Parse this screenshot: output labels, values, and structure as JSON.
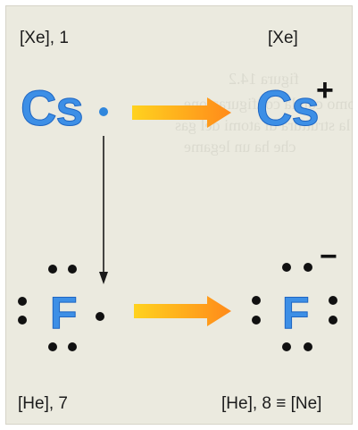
{
  "cesium": {
    "config_before": "[Xe], 1",
    "config_after": "[Xe]",
    "symbol": "Cs",
    "ion_charge": "+"
  },
  "fluorine": {
    "config_before": "[He], 7",
    "config_after": "[He], 8 ≡ [Ne]",
    "symbol": "F",
    "ion_charge": "−"
  },
  "colors": {
    "element_blue": "#3d8fe6",
    "valence_electron": "#2f86dc",
    "arrow_start": "#ffd21f",
    "arrow_end": "#ff8a1a",
    "background": "#ebeadf"
  },
  "icons": [
    "reaction-arrow-icon",
    "electron-transfer-arrow-icon"
  ]
}
